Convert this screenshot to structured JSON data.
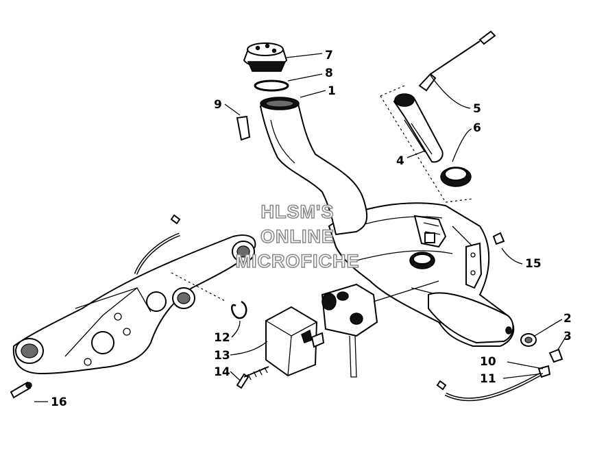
{
  "watermark": {
    "line1": "HLSM'S",
    "line2": "ONLINE",
    "line3": "MICROFICHE",
    "color": "#8a8a8a"
  },
  "callouts": {
    "c1": "1",
    "c2": "2",
    "c3": "3",
    "c4": "4",
    "c5": "5",
    "c6": "6",
    "c7": "7",
    "c8": "8",
    "c9": "9",
    "c10": "10",
    "c11": "11",
    "c12": "12",
    "c13": "13",
    "c14": "14",
    "c15": "15",
    "c16": "16"
  },
  "line_color": "#000000",
  "background": "#ffffff"
}
